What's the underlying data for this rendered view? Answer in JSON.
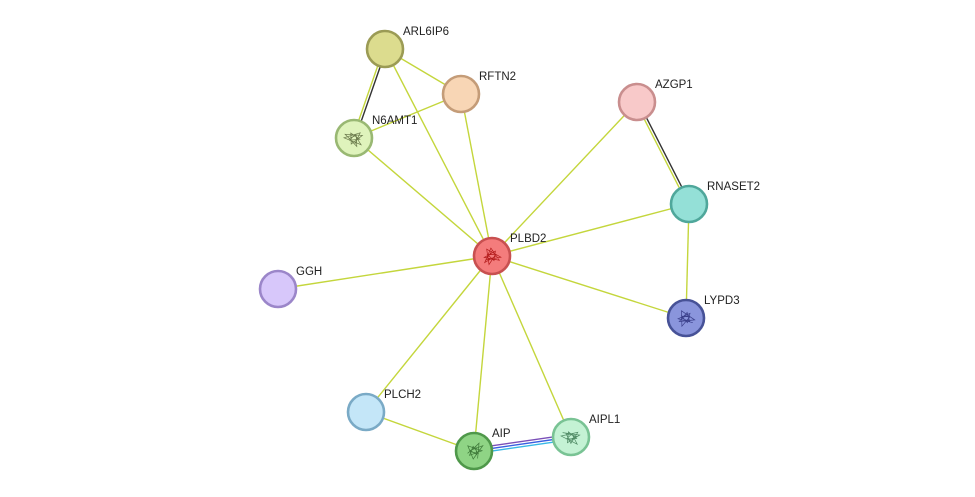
{
  "network": {
    "colors": {
      "edge_textmining": "#c4d63c",
      "edge_coexpression": "#333333",
      "edge_blue": "#3a5fe0",
      "edge_cyan": "#38b8e6",
      "edge_purple": "#7a4fb8"
    },
    "nodes": [
      {
        "id": "PLBD2",
        "label": "PLBD2",
        "fill": "#f47c7c",
        "stroke": "#c85050",
        "structure": true,
        "glyph_color": "#b51e1e"
      },
      {
        "id": "ARL6IP6",
        "label": "ARL6IP6",
        "fill": "#dcdc8e",
        "stroke": "#9b9b55",
        "structure": false
      },
      {
        "id": "RFTN2",
        "label": "RFTN2",
        "fill": "#f8d6b5",
        "stroke": "#c49c78",
        "structure": false
      },
      {
        "id": "N6AMT1",
        "label": "N6AMT1",
        "fill": "#dff3bc",
        "stroke": "#99b873",
        "structure": true,
        "glyph_color": "#6b7a4c"
      },
      {
        "id": "AZGP1",
        "label": "AZGP1",
        "fill": "#f8c9c9",
        "stroke": "#c98e8e",
        "structure": false
      },
      {
        "id": "RNASET2",
        "label": "RNASET2",
        "fill": "#94e0d7",
        "stroke": "#4fa79b",
        "structure": false
      },
      {
        "id": "GGH",
        "label": "GGH",
        "fill": "#d7c7fa",
        "stroke": "#9b86c9",
        "structure": false
      },
      {
        "id": "LYPD3",
        "label": "LYPD3",
        "fill": "#8a95dc",
        "stroke": "#475297",
        "structure": true,
        "glyph_color": "#3a3f8a"
      },
      {
        "id": "PLCH2",
        "label": "PLCH2",
        "fill": "#c4e6f8",
        "stroke": "#7aaac6",
        "structure": false
      },
      {
        "id": "AIP",
        "label": "AIP",
        "fill": "#8fd485",
        "stroke": "#4f984a",
        "structure": true,
        "glyph_color": "#3f7a3a"
      },
      {
        "id": "AIPL1",
        "label": "AIPL1",
        "fill": "#c4f2d4",
        "stroke": "#79c394",
        "structure": true,
        "glyph_color": "#4f8a64"
      }
    ],
    "edges": [
      {
        "from": "PLBD2",
        "to": "ARL6IP6",
        "types": [
          "textmining"
        ]
      },
      {
        "from": "PLBD2",
        "to": "RFTN2",
        "types": [
          "textmining"
        ]
      },
      {
        "from": "PLBD2",
        "to": "N6AMT1",
        "types": [
          "textmining"
        ]
      },
      {
        "from": "PLBD2",
        "to": "AZGP1",
        "types": [
          "textmining"
        ]
      },
      {
        "from": "PLBD2",
        "to": "RNASET2",
        "types": [
          "textmining"
        ]
      },
      {
        "from": "PLBD2",
        "to": "GGH",
        "types": [
          "textmining"
        ]
      },
      {
        "from": "PLBD2",
        "to": "LYPD3",
        "types": [
          "textmining"
        ]
      },
      {
        "from": "PLBD2",
        "to": "PLCH2",
        "types": [
          "textmining"
        ]
      },
      {
        "from": "PLBD2",
        "to": "AIP",
        "types": [
          "textmining"
        ]
      },
      {
        "from": "PLBD2",
        "to": "AIPL1",
        "types": [
          "textmining"
        ]
      },
      {
        "from": "ARL6IP6",
        "to": "RFTN2",
        "types": [
          "textmining"
        ]
      },
      {
        "from": "ARL6IP6",
        "to": "N6AMT1",
        "types": [
          "coexpression",
          "textmining"
        ]
      },
      {
        "from": "RFTN2",
        "to": "N6AMT1",
        "types": [
          "textmining"
        ]
      },
      {
        "from": "AZGP1",
        "to": "RNASET2",
        "types": [
          "coexpression",
          "textmining"
        ]
      },
      {
        "from": "RNASET2",
        "to": "LYPD3",
        "types": [
          "textmining"
        ]
      },
      {
        "from": "PLCH2",
        "to": "AIP",
        "types": [
          "textmining"
        ]
      },
      {
        "from": "AIP",
        "to": "AIPL1",
        "types": [
          "purple",
          "blue",
          "cyan"
        ]
      }
    ]
  }
}
